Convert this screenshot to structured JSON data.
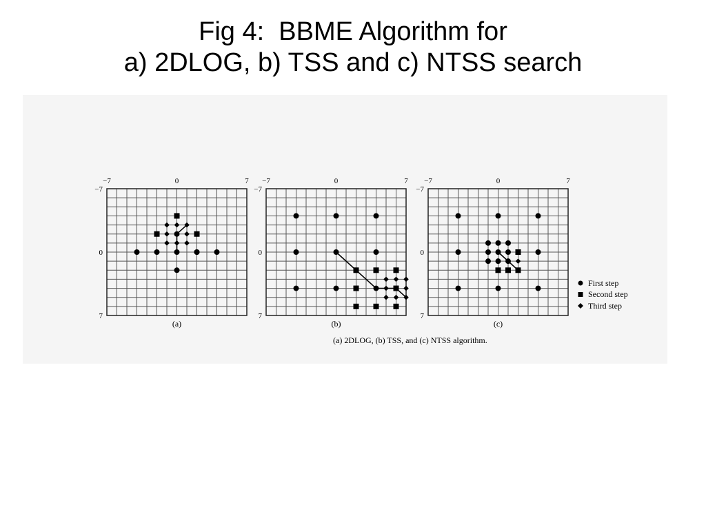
{
  "slide": {
    "title_line1": "Fig 4:  BBME Algorithm for",
    "title_line2": "a) 2DLOG, b) TSS and c) NTSS search"
  },
  "figure": {
    "caption": "(a) 2DLOG, (b) TSS, and (c) NTSS algorithm.",
    "axis_tick_labels": [
      "−7",
      "0",
      "7"
    ],
    "grid_range": [
      -7,
      7
    ],
    "legend": [
      {
        "label": "First step",
        "marker": "circle"
      },
      {
        "label": "Second step",
        "marker": "square"
      },
      {
        "label": "Third step",
        "marker": "diamond"
      }
    ],
    "panels": [
      {
        "id": "a",
        "label": "(a)",
        "first_step": [
          [
            0,
            -4
          ],
          [
            -2,
            -2
          ],
          [
            2,
            -2
          ],
          [
            0,
            -2
          ],
          [
            -2,
            0
          ],
          [
            0,
            0
          ],
          [
            2,
            0
          ],
          [
            0,
            2
          ],
          [
            -4,
            0
          ],
          [
            2,
            0
          ],
          [
            4,
            0
          ]
        ],
        "second_step": [
          [
            0,
            -4
          ],
          [
            -2,
            -2
          ],
          [
            2,
            -2
          ]
        ],
        "third_step": [
          [
            -1,
            -3
          ],
          [
            0,
            -3
          ],
          [
            1,
            -3
          ],
          [
            -1,
            -2
          ],
          [
            1,
            -2
          ],
          [
            -1,
            -1
          ],
          [
            0,
            -1
          ],
          [
            1,
            -1
          ]
        ],
        "path": [
          [
            0,
            0
          ],
          [
            0,
            -2
          ],
          [
            1,
            -3
          ]
        ]
      },
      {
        "id": "b",
        "label": "(b)",
        "first_step": [
          [
            -4,
            -4
          ],
          [
            0,
            -4
          ],
          [
            4,
            -4
          ],
          [
            -4,
            0
          ],
          [
            0,
            0
          ],
          [
            4,
            0
          ],
          [
            -4,
            4
          ],
          [
            0,
            4
          ],
          [
            4,
            4
          ]
        ],
        "second_step": [
          [
            2,
            2
          ],
          [
            4,
            2
          ],
          [
            6,
            2
          ],
          [
            2,
            4
          ],
          [
            6,
            4
          ],
          [
            2,
            6
          ],
          [
            4,
            6
          ],
          [
            6,
            6
          ]
        ],
        "third_step": [
          [
            5,
            3
          ],
          [
            6,
            3
          ],
          [
            7,
            3
          ],
          [
            5,
            4
          ],
          [
            7,
            4
          ],
          [
            5,
            5
          ],
          [
            6,
            5
          ],
          [
            7,
            5
          ]
        ],
        "path": [
          [
            0,
            0
          ],
          [
            2,
            2
          ],
          [
            4,
            4
          ],
          [
            6,
            4
          ],
          [
            7,
            5
          ]
        ]
      },
      {
        "id": "c",
        "label": "(c)",
        "first_step": [
          [
            -4,
            -4
          ],
          [
            0,
            -4
          ],
          [
            4,
            -4
          ],
          [
            -4,
            0
          ],
          [
            0,
            0
          ],
          [
            4,
            0
          ],
          [
            -4,
            4
          ],
          [
            0,
            4
          ],
          [
            4,
            4
          ],
          [
            -1,
            -1
          ],
          [
            0,
            -1
          ],
          [
            1,
            -1
          ],
          [
            -1,
            0
          ],
          [
            1,
            0
          ],
          [
            -1,
            1
          ],
          [
            0,
            1
          ],
          [
            1,
            1
          ]
        ],
        "second_step": [
          [
            2,
            0
          ],
          [
            0,
            2
          ],
          [
            2,
            2
          ],
          [
            1,
            2
          ]
        ],
        "third_step": [
          [
            1,
            1
          ],
          [
            2,
            1
          ],
          [
            1,
            2
          ]
        ],
        "path": [
          [
            0,
            0
          ],
          [
            1,
            1
          ],
          [
            2,
            2
          ]
        ]
      }
    ]
  }
}
